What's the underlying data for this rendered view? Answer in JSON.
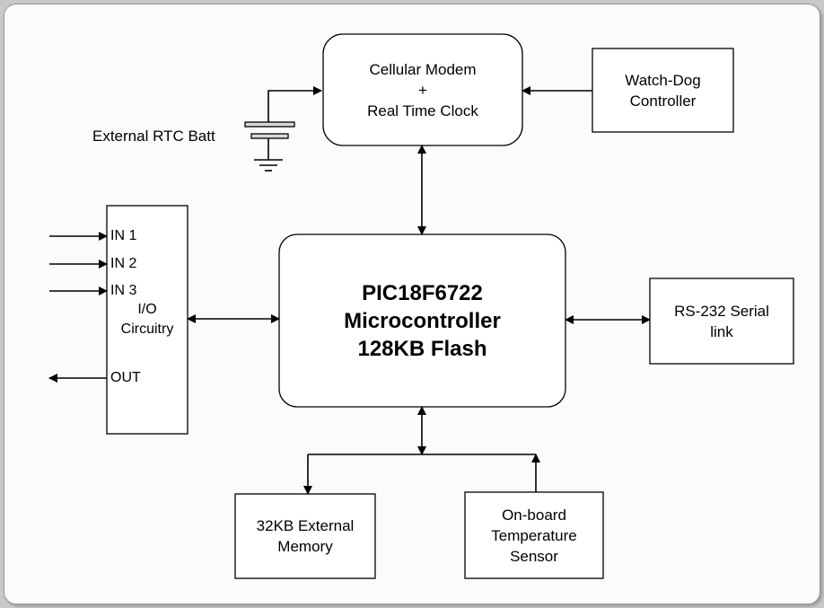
{
  "blocks": {
    "modem": {
      "lines": [
        "Cellular Modem",
        "+",
        "Real Time Clock"
      ]
    },
    "watchdog": {
      "lines": [
        "Watch-Dog",
        "Controller"
      ]
    },
    "mcu": {
      "lines": [
        "PIC18F6722",
        "Microcontroller",
        "128KB Flash"
      ]
    },
    "io": {
      "label_lines": [
        "I/O",
        "Circuitry"
      ],
      "pins": [
        "IN 1",
        "IN 2",
        "IN 3",
        "OUT"
      ]
    },
    "serial": {
      "lines": [
        "RS-232 Serial",
        "link"
      ]
    },
    "memory": {
      "lines": [
        "32KB External",
        "Memory"
      ]
    },
    "temp": {
      "lines": [
        "On-board",
        "Temperature",
        "Sensor"
      ]
    }
  },
  "battery_label": "External RTC Batt"
}
